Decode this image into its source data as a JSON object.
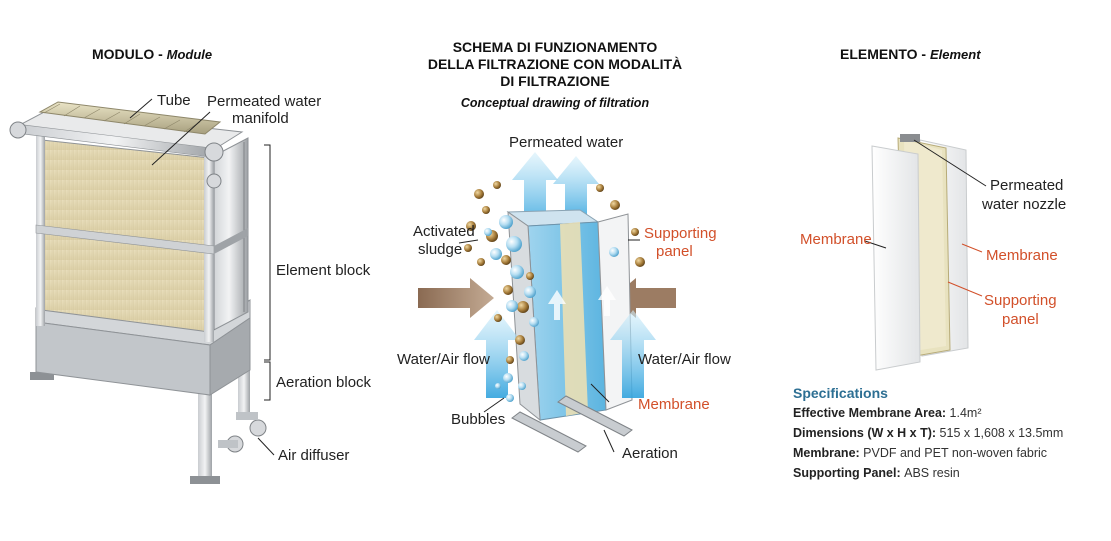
{
  "module": {
    "title": "MODULO - ",
    "title_italic": "Module",
    "labels": {
      "tube": "Tube",
      "manifold_line1": "Permeated water",
      "manifold_line2": "manifold",
      "element_block": "Element block",
      "aeration_block": "Aeration block",
      "air_diffuser": "Air diffuser"
    }
  },
  "schema": {
    "title_line1": "SCHEMA DI FUNZIONAMENTO",
    "title_line2": "DELLA FILTRAZIONE CON MODALITÀ",
    "title_line3": "DI FILTRAZIONE",
    "subtitle": "Conceptual drawing of filtration",
    "labels": {
      "permeated_water": "Permeated water",
      "activated_line1": "Activated",
      "activated_line2": "sludge",
      "supporting_line1": "Supporting",
      "supporting_line2": "panel",
      "water_air_left": "Water/Air flow",
      "water_air_right": "Water/Air flow",
      "bubbles": "Bubbles",
      "membrane": "Membrane",
      "aeration": "Aeration"
    }
  },
  "element": {
    "title": "ELEMENTO - ",
    "title_italic": "Element",
    "labels": {
      "nozzle_line1": "Permeated",
      "nozzle_line2": "water nozzle",
      "membrane_left": "Membrane",
      "membrane_right": "Membrane",
      "supporting_line1": "Supporting",
      "supporting_line2": "panel"
    },
    "specs": {
      "title": "Specifications",
      "area_label": "Effective Membrane Area: ",
      "area_value": "1.4m²",
      "dims_label": "Dimensions (W x H x T): ",
      "dims_value": "515 x 1,608 x 13.5mm",
      "membrane_label": "Membrane: ",
      "membrane_value": "PVDF and PET non-woven fabric",
      "panel_label": "Supporting Panel: ",
      "panel_value": "ABS resin"
    }
  },
  "colors": {
    "label_red": "#d2502a",
    "spec_blue": "#2d6f93",
    "arrow_blue": "#5fb8e6",
    "membrane_cream": "#ece3c2",
    "frame_gray": "#a9adb1"
  }
}
